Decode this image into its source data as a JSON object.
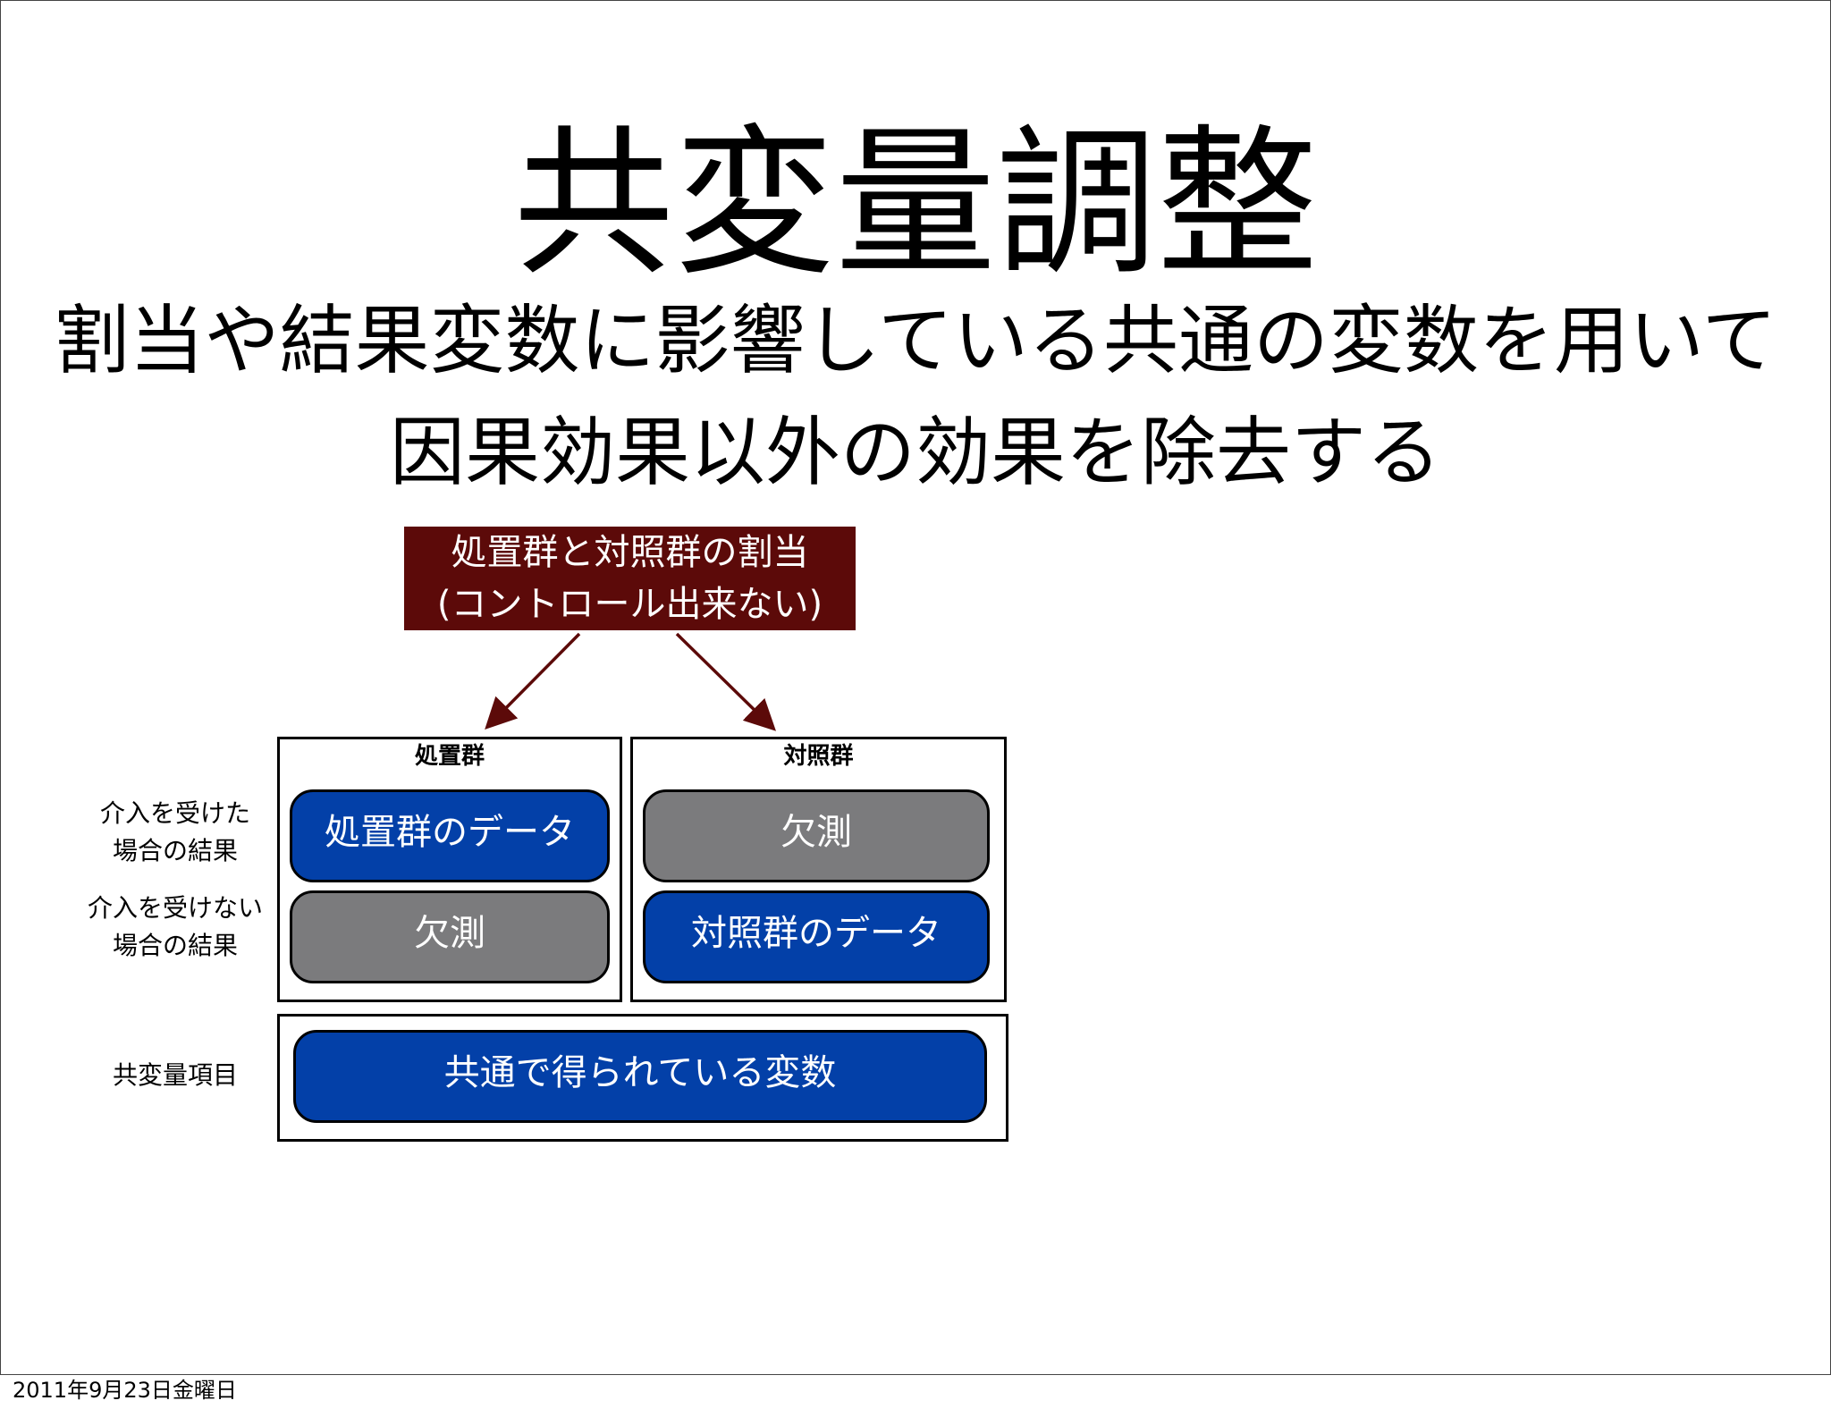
{
  "slide": {
    "title": "共変量調整",
    "subtitle_line1": "割当や結果変数に影響している共通の変数を用いて",
    "subtitle_line2": "因果効果以外の効果を除去する"
  },
  "diagram": {
    "assignment": {
      "line1": "処置群と対照群の割当",
      "line2": "(コントロール出来ない)"
    },
    "groups": {
      "treatment": {
        "heading": "処置群",
        "treated_cell": "処置群のデータ",
        "untreated_cell": "欠測"
      },
      "control": {
        "heading": "対照群",
        "treated_cell": "欠測",
        "untreated_cell": "対照群のデータ"
      }
    },
    "row_labels": {
      "treated": {
        "line1": "介入を受けた",
        "line2": "場合の結果"
      },
      "untreated": {
        "line1": "介入を受けない",
        "line2": "場合の結果"
      },
      "covariate": "共変量項目"
    },
    "covariate_cell": "共通で得られている変数",
    "colors": {
      "assignment_bg": "#5c0a09",
      "arrow": "#5c0a09",
      "data_cell": "#0340a8",
      "missing_cell": "#7b7b7d"
    }
  },
  "footer": {
    "date": "2011年9月23日金曜日"
  }
}
